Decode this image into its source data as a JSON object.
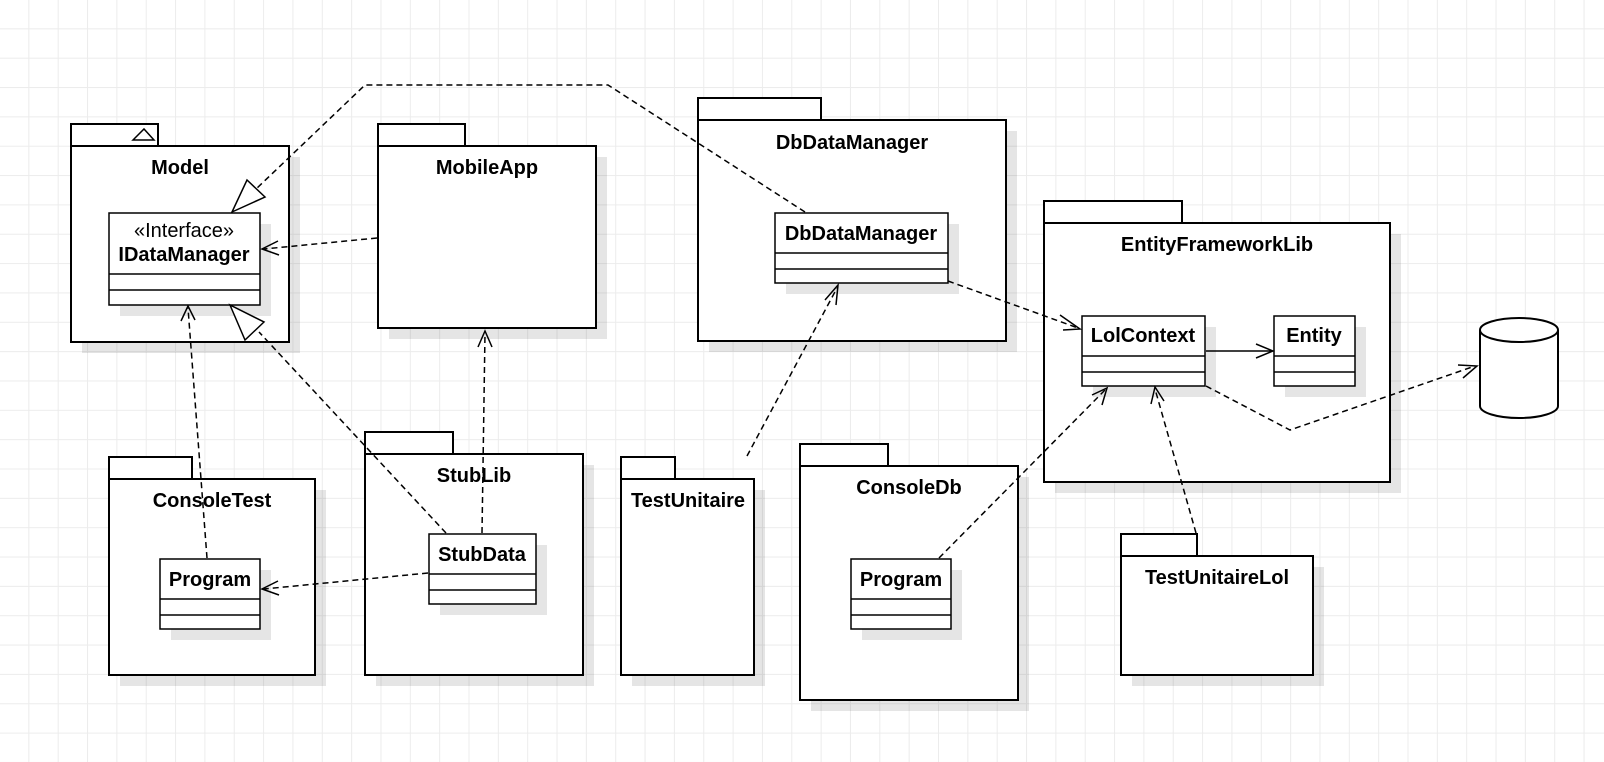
{
  "packages": {
    "model": "Model",
    "mobileapp": "MobileApp",
    "dbdatamanager": "DbDataManager",
    "entityframeworklib": "EntityFrameworkLib",
    "consoletest": "ConsoleTest",
    "stublib": "StubLib",
    "testunitaire": "TestUnitaire",
    "consoledb": "ConsoleDb",
    "testunitairelol": "TestUnitaireLol"
  },
  "classes": {
    "idatamanager": {
      "stereotype": "«Interface»",
      "name": "IDataManager"
    },
    "dbdatamanager": {
      "name": "DbDataManager"
    },
    "lolcontext": {
      "name": "LolContext"
    },
    "entity": {
      "name": "Entity"
    },
    "program_consoletest": {
      "name": "Program"
    },
    "stubdata": {
      "name": "StubData"
    },
    "program_consoledb": {
      "name": "Program"
    }
  }
}
